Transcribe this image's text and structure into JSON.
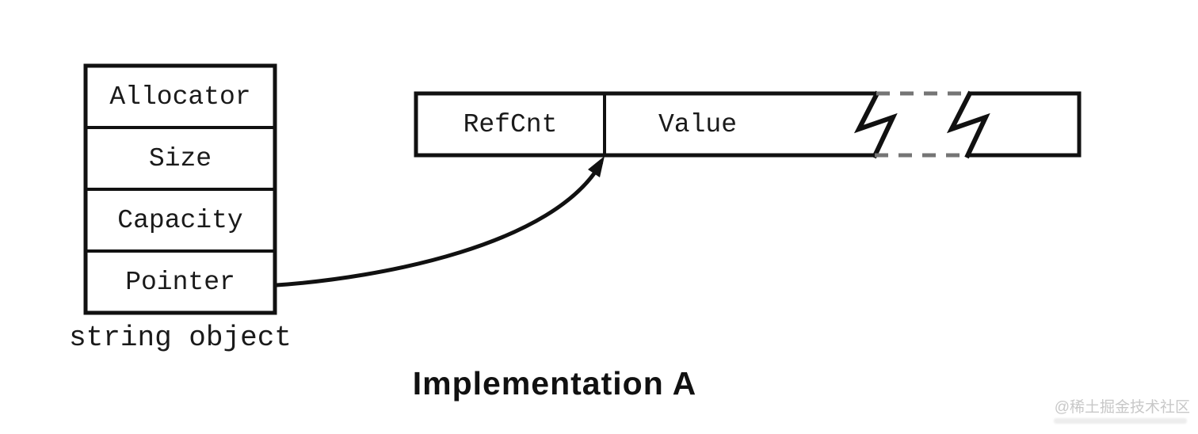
{
  "title": "Implementation A",
  "string_object": {
    "caption": "string object",
    "fields": [
      {
        "label": "Allocator"
      },
      {
        "label": "Size"
      },
      {
        "label": "Capacity"
      },
      {
        "label": "Pointer"
      }
    ]
  },
  "heap_block": {
    "cells": [
      {
        "label": "RefCnt"
      },
      {
        "label": "Value"
      }
    ]
  },
  "annotations": {
    "watermark": "@稀土掘金技术社区"
  },
  "colors": {
    "line": "#111111",
    "dash": "#757575",
    "background": "#ffffff",
    "watermark": "#c8c8c8"
  }
}
